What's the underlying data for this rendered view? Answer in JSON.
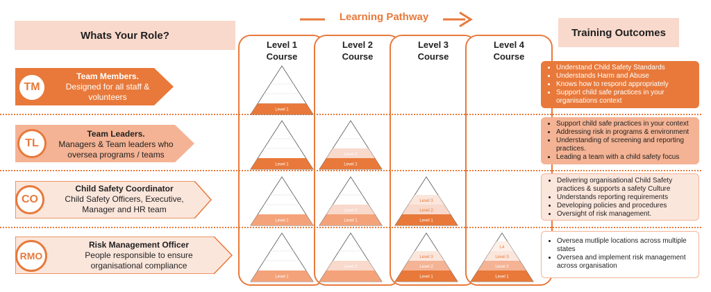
{
  "header": {
    "role_title": "Whats Your Role?",
    "pathway_title": "Learning Pathway",
    "outcomes_title": "Training Outcomes"
  },
  "levels": [
    {
      "label": "Level 1\nCourse"
    },
    {
      "label": "Level 2\nCourse"
    },
    {
      "label": "Level 3\nCourse"
    },
    {
      "label": "Level 4\nCourse"
    }
  ],
  "pyramid_labels": {
    "l1": "Level 1",
    "l2": "Level 2",
    "l3": "Level 3",
    "l4": "L4"
  },
  "roles": [
    {
      "code": "TM",
      "title": "Team Members.",
      "desc": "Designed for all staff & volunteers",
      "outcomes": [
        "Understand Child Safety Standards",
        "Understands Harm and Abuse",
        "Knows how to respond appropriately",
        "Support child safe practices in your organisations context"
      ]
    },
    {
      "code": "TL",
      "title": "Team Leaders.",
      "desc": "Managers & Team leaders who oversea programs / teams",
      "outcomes": [
        "Support child safe practices in your context",
        "Addressing risk in programs & environment",
        "Understanding of screening and reporting practices.",
        "Leading a team with  a child safety focus"
      ]
    },
    {
      "code": "CO",
      "title": "Child Safety Coordinator",
      "desc": "Child Safety Officers, Executive, Manager and HR team",
      "outcomes": [
        "Delivering organisational Child Safety practices & supports a safety Culture",
        "Understands reporting requirements",
        "Developing policies and procedures",
        "Oversight of risk management."
      ]
    },
    {
      "code": "RMO",
      "title": "Risk Management Officer",
      "desc": "People responsible to ensure organisational compliance",
      "outcomes": [
        "Oversea mutliple locations across multiple states",
        "Oversea and implement risk management across organisation"
      ]
    }
  ],
  "colors": {
    "accent": "#e8793a",
    "light": "#f8d9cb",
    "mid": "#f4b394",
    "pale": "#fbe6dc"
  }
}
